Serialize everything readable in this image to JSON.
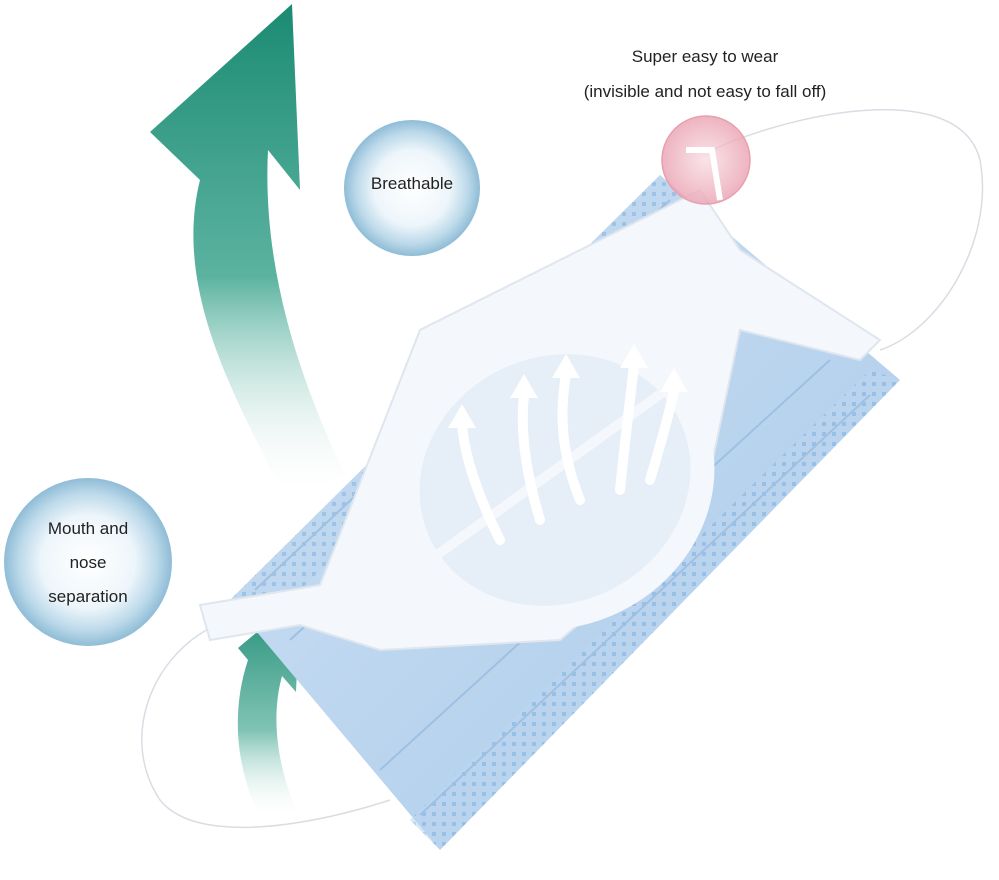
{
  "callouts": {
    "wear_title": "Super easy to wear",
    "wear_subtitle": "(invisible and not easy to fall off)",
    "breathable": "Breathable",
    "mouth_line1": "Mouth and",
    "mouth_line2": "nose",
    "mouth_line3": "separation"
  },
  "colors": {
    "arrow_teal": "#1f8f78",
    "mask_blue": "#bcd6ef",
    "bracket_white": "#f4f7fb",
    "highlight_pink": "#f3c2cc"
  },
  "icons": [
    "airflow-arrow-icon",
    "water-bubble-icon"
  ]
}
